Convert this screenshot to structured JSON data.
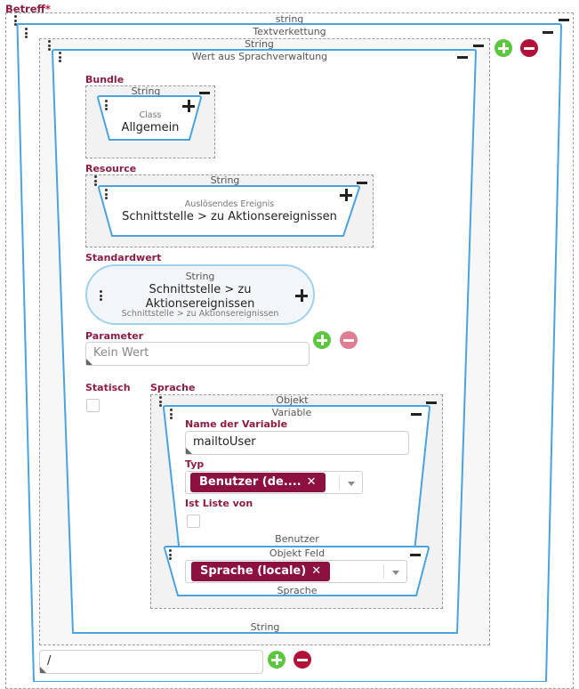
{
  "field": {
    "label": "Betreff",
    "required": "*"
  },
  "nodes": {
    "root_caption": "string",
    "concat_caption": "Textverkettung",
    "string_caption": "String",
    "lang_caption": "Wert aus Sprachverwaltung",
    "bundle_label": "Bundle",
    "bundle_type": "String",
    "bundle_sub": "Class",
    "bundle_value": "Allgemein",
    "resource_label": "Resource",
    "resource_type": "String",
    "resource_sub": "Auslösendes Ereignis",
    "resource_value": "Schnittstelle > zu Aktionsereignissen",
    "default_label": "Standardwert",
    "default_type": "String",
    "default_value": "Schnittstelle > zu Aktionsereignissen",
    "default_sub": "Schnittstelle > zu Aktionsereignissen",
    "param_label": "Parameter",
    "param_placeholder": "Kein Wert",
    "static_label": "Statisch",
    "lang_label": "Sprache",
    "object_caption": "Objekt",
    "variable_caption": "Variable",
    "var_name_label": "Name der Variable",
    "var_name_value": "mailtoUser",
    "typ_label": "Typ",
    "typ_tag": "Benutzer (de....",
    "list_label": "Ist Liste von",
    "user_caption": "Benutzer",
    "object_field_caption": "Objekt Feld",
    "field_tag": "Sprache (locale)",
    "field_caption": "Sprache",
    "lang_bottom_caption": "String",
    "slash_value": "/"
  },
  "colors": {
    "accent_blue": "#4aa3df",
    "label_red": "#8c1d40",
    "tag_bg": "#8c1140",
    "add_green": "#5cc63e",
    "remove_red": "#b0123a"
  }
}
